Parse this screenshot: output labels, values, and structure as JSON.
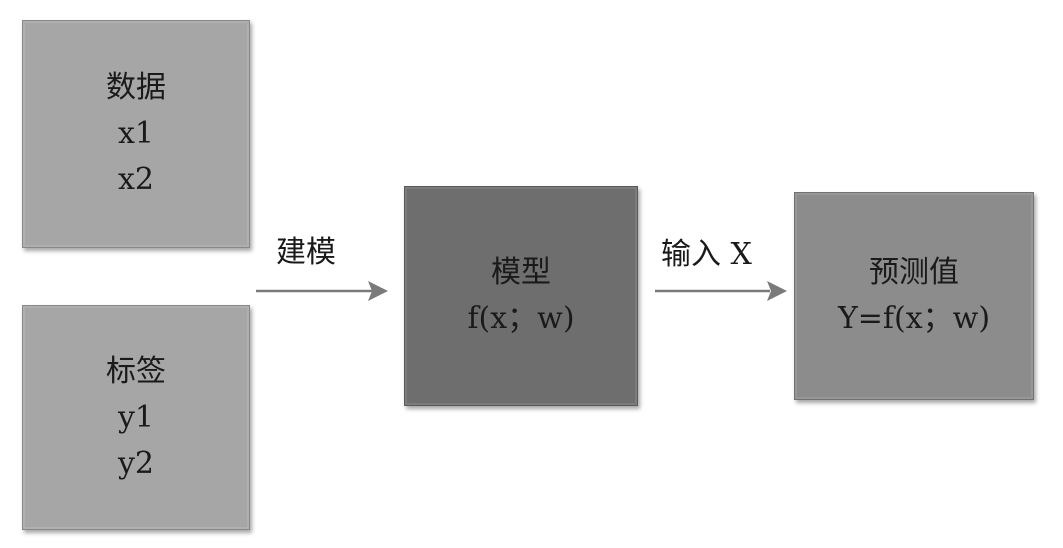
{
  "nodes": {
    "data": {
      "title": "数据",
      "items": [
        "x1",
        "x2"
      ]
    },
    "label": {
      "title": "标签",
      "items": [
        "y1",
        "y2"
      ]
    },
    "model": {
      "title": "模型",
      "formula": "f(x；w)"
    },
    "prediction": {
      "title": "预测值",
      "formula": "Y=f(x；w)"
    }
  },
  "edges": {
    "build": {
      "label": "建模"
    },
    "input": {
      "label": "输入 X"
    }
  },
  "colors": {
    "input_box": "#a6a6a6",
    "model_box": "#6e6e6e",
    "prediction_box": "#8c8c8c",
    "arrow": "#7a7a7a"
  }
}
